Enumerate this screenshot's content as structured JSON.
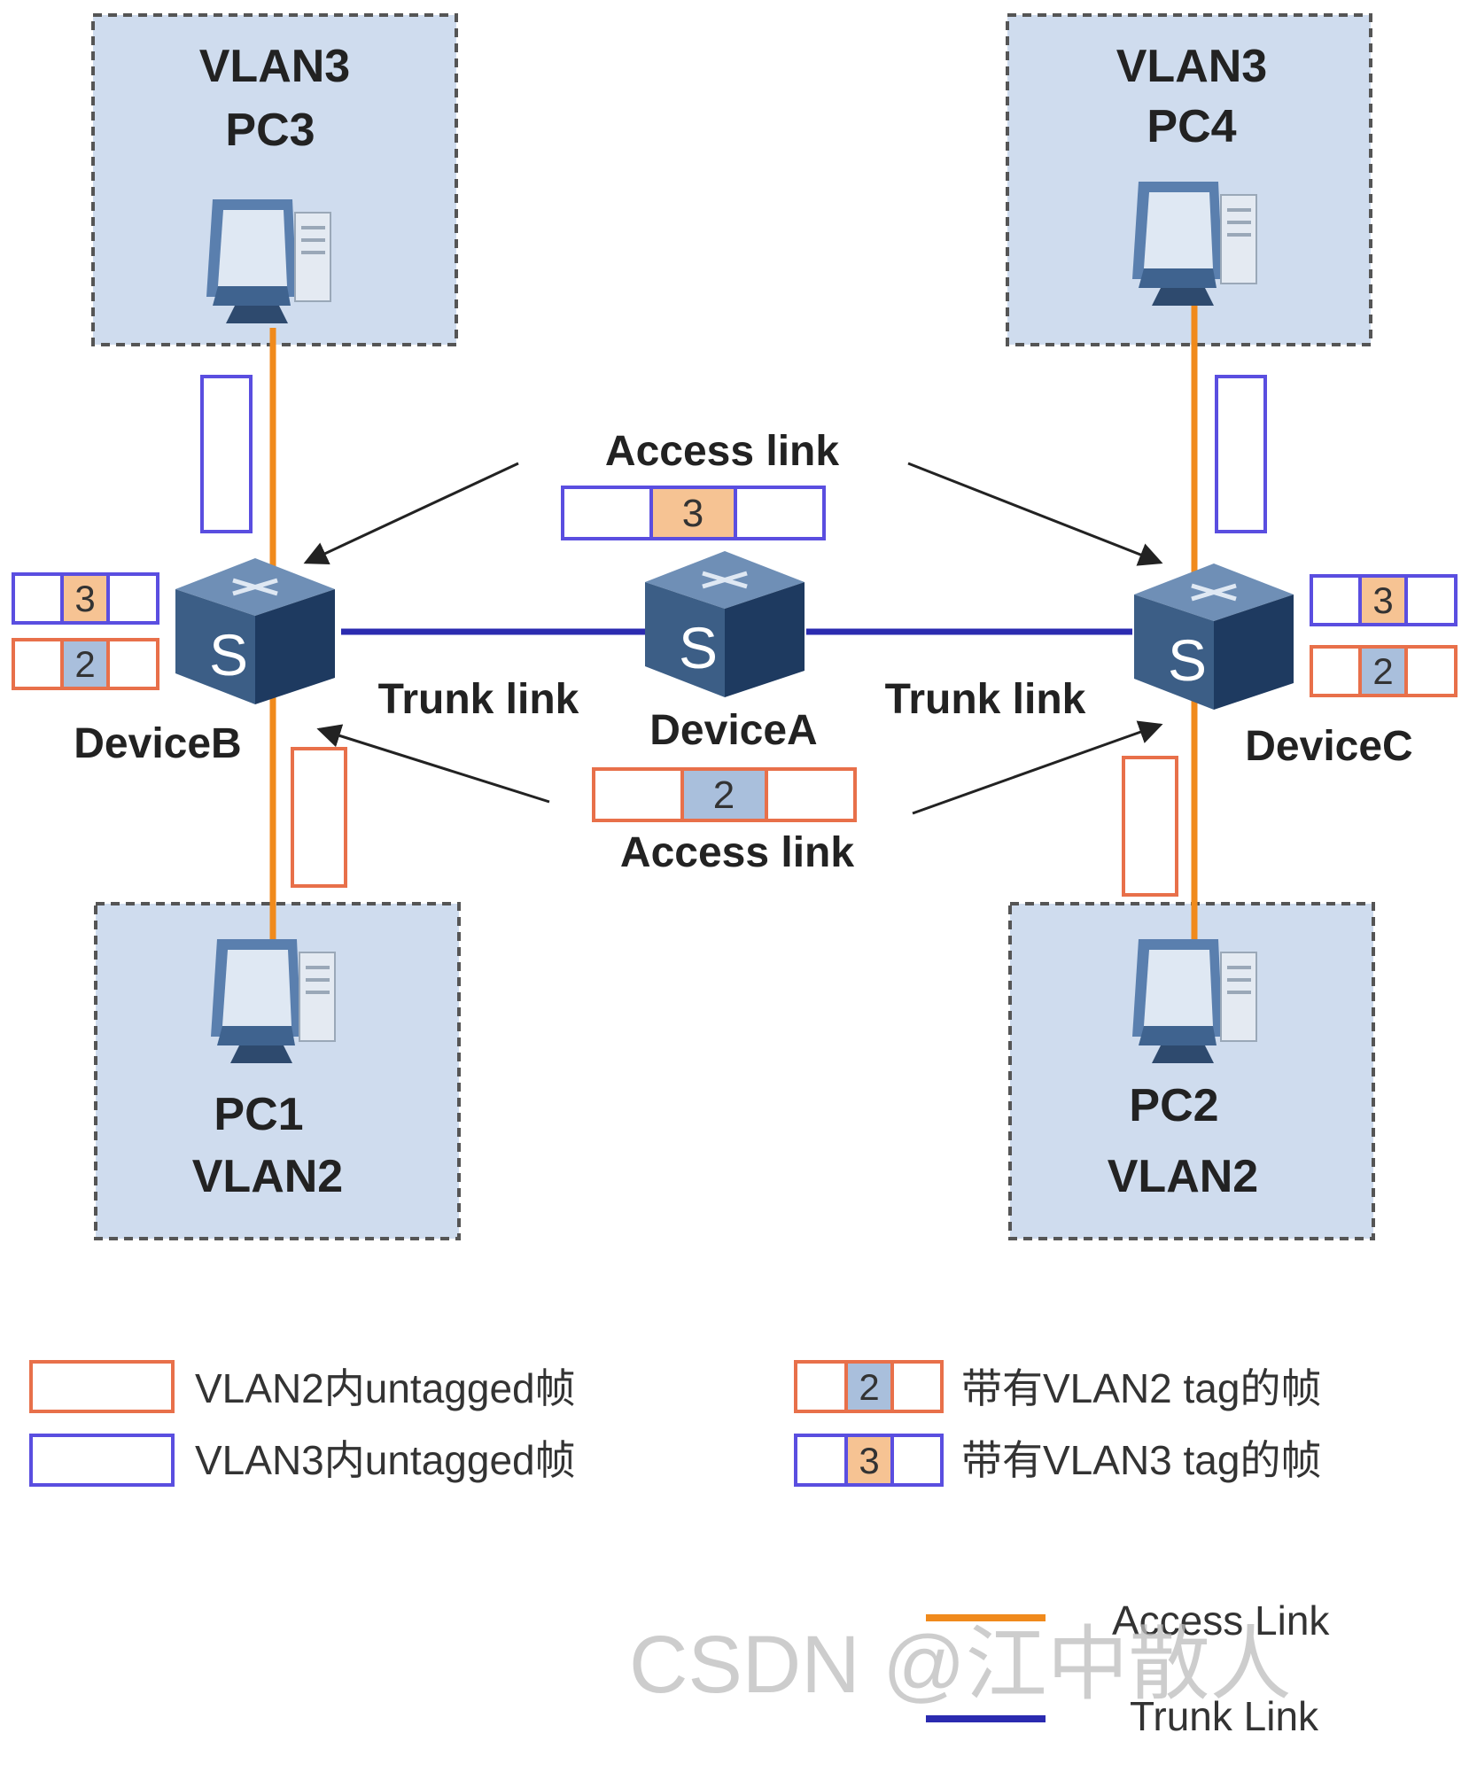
{
  "colors": {
    "access_link": "#f08a1c",
    "trunk_link": "#2b2bb0",
    "vlan2_frame": "#e8704a",
    "vlan3_frame": "#5a4ee0",
    "vlan2_tag_fill": "#a9bfdc",
    "vlan3_tag_fill": "#f6c393",
    "area_fill": "#cfdcee",
    "area_border": "#555555",
    "switch": "#3c5e86"
  },
  "areas": {
    "pc3": {
      "vlan": "VLAN3",
      "pc": "PC3",
      "icon": "desktop-computer-icon"
    },
    "pc4": {
      "vlan": "VLAN3",
      "pc": "PC4",
      "icon": "desktop-computer-icon"
    },
    "pc1": {
      "pc": "PC1",
      "vlan": "VLAN2",
      "icon": "desktop-computer-icon"
    },
    "pc2": {
      "pc": "PC2",
      "vlan": "VLAN2",
      "icon": "desktop-computer-icon"
    }
  },
  "devices": {
    "a": {
      "name": "DeviceA",
      "icon": "switch-icon",
      "symbol": "S"
    },
    "b": {
      "name": "DeviceB",
      "icon": "switch-icon",
      "symbol": "S"
    },
    "c": {
      "name": "DeviceC",
      "icon": "switch-icon",
      "symbol": "S"
    }
  },
  "link_labels": {
    "access_top": "Access link",
    "access_bottom": "Access link",
    "trunk_left": "Trunk link",
    "trunk_right": "Trunk link"
  },
  "tags": {
    "vlan3": "3",
    "vlan2": "2"
  },
  "legend": {
    "vlan2_untagged": "VLAN2内untagged帧",
    "vlan3_untagged": "VLAN3内untagged帧",
    "vlan2_tagged": "带有VLAN2 tag的帧",
    "vlan3_tagged": "带有VLAN3 tag的帧",
    "access_link": "Access Link",
    "trunk_link": "Trunk Link"
  },
  "watermark": "CSDN @江中散人"
}
